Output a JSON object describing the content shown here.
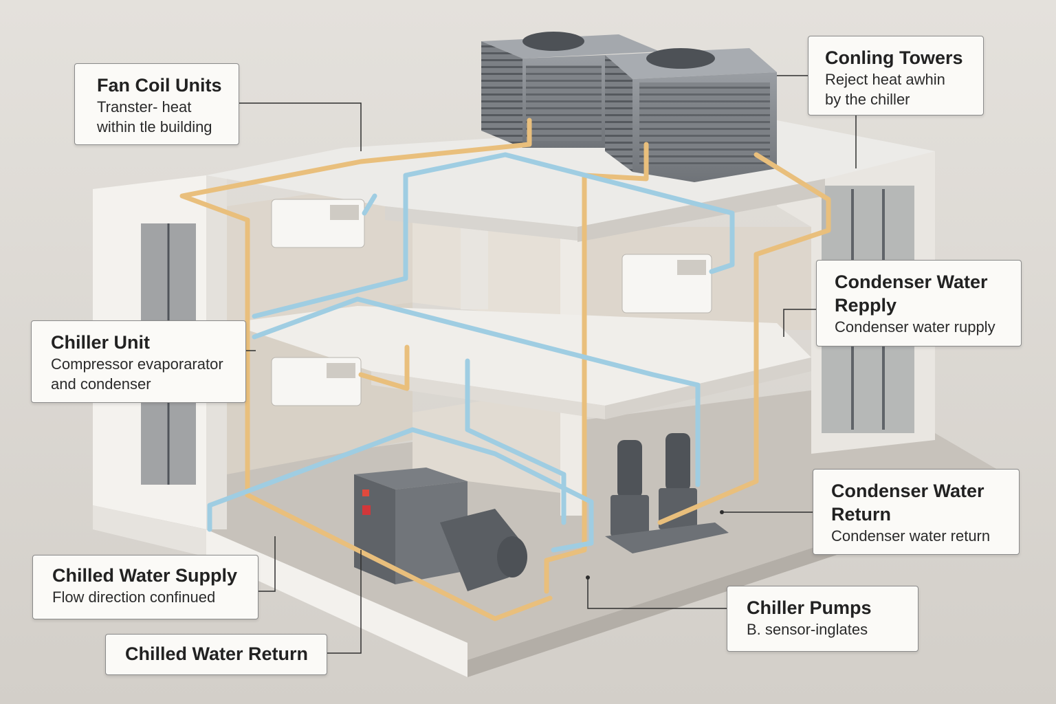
{
  "labels": {
    "fan_coil_units": {
      "title": "Fan Coil Units",
      "desc_line1": "Transter- heat",
      "desc_line2": "within tle building"
    },
    "cooling_towers": {
      "title": "Conling Towers",
      "desc_line1": "Reject heat awhin",
      "desc_line2": "by the chiller"
    },
    "condenser_water_supply": {
      "title_line1": "Condenser Water",
      "title_line2": "Repply",
      "desc": "Condenser water rupply"
    },
    "chiller_unit": {
      "title": "Chiller Unit",
      "desc_line1": "Compressor evaporarator",
      "desc_line2": "and condenser"
    },
    "condenser_water_return": {
      "title_line1": "Condenser Water",
      "title_line2": "Return",
      "desc": "Condenser water return"
    },
    "chilled_water_supply": {
      "title": "Chilled Water Supply",
      "desc": "Flow direction confinued"
    },
    "chiller_pumps": {
      "title": "Chiller Pumps",
      "desc": "B. sensor-inglates"
    },
    "chilled_water_return": {
      "title": "Chilled Water Return"
    }
  },
  "colors": {
    "background": "#dedad5",
    "condenser_pipe": "#e9bf7c",
    "chilled_pipe": "#9fcde2",
    "equipment": "#6b6f74",
    "building_wall": "#f2f0ec"
  }
}
